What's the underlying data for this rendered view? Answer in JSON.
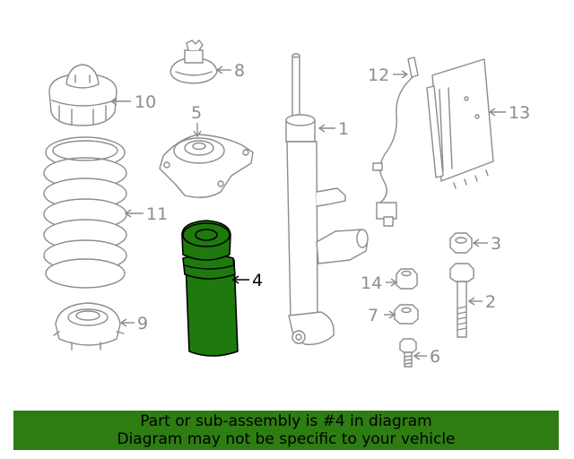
{
  "diagram": {
    "callouts": {
      "c1": "1",
      "c2": "2",
      "c3": "3",
      "c4": "4",
      "c5": "5",
      "c6": "6",
      "c7": "7",
      "c8": "8",
      "c9": "9",
      "c10": "10",
      "c11": "11",
      "c12": "12",
      "c13": "13",
      "c14": "14"
    },
    "highlighted_part": "4",
    "colors": {
      "highlight_fill": "#1e7a0c",
      "banner_bg": "#2e7d12",
      "line_gray": "#8c8c8c"
    }
  },
  "banner": {
    "line1": "Part or sub-assembly is #4 in diagram",
    "line2": "Diagram may not be specific to your vehicle"
  }
}
